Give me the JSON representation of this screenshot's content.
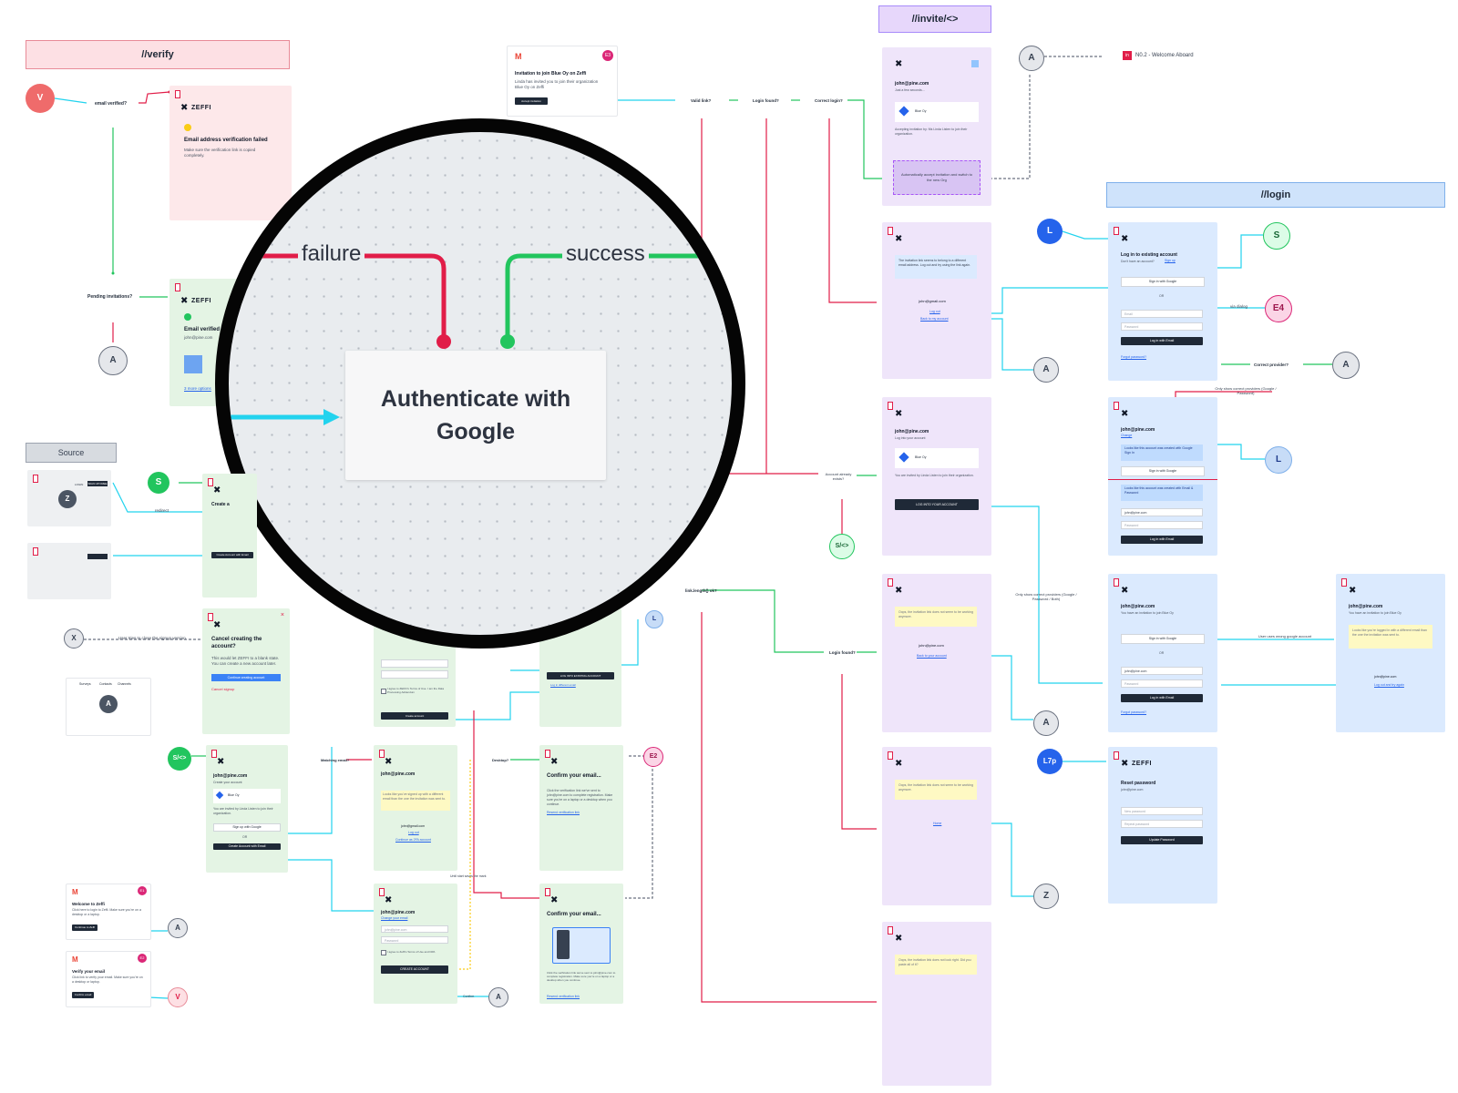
{
  "sections": {
    "verify": "//verify",
    "invite": "//invite/<>",
    "login": "//login",
    "source": "Source"
  },
  "nodes": {
    "v1": "V",
    "a_verify": "A",
    "s_source": "S",
    "x_source": "X",
    "a_gmail": "A",
    "v_gmail": "V",
    "slash_left": "S/<>",
    "z_source": "Z",
    "a_mini": "A",
    "l_mid": "L",
    "e2": "E2",
    "a_create": "A",
    "a_invite_top": "A",
    "a_inv2": "A",
    "a_inv3": "A",
    "s_inv": "S/<>",
    "a_inv4": "A",
    "z_inv": "Z",
    "l_login": "L",
    "s_login": "S",
    "e4": "E4",
    "a_login": "A",
    "l_login2": "L",
    "l7p": "L7p"
  },
  "labels": {
    "email_verified": "email verified?",
    "pending_invitations": "Pending invitations?",
    "valid_link": "Valid link?",
    "login_found": "Login found?",
    "correct_login": "Correct login?",
    "account_exists": "Account already exists?",
    "link_length": "link.length() ok?",
    "login_found_2": "Login found?",
    "matching_email": "Matching email?",
    "desktop": "Desktop?",
    "welcome_link": "N0.2 - Welcome Aboard",
    "via_dialog": "via dialog",
    "correct_provider": "Correct provider?",
    "only_show_correct": "Only show correct providers (Google / Password)",
    "only_show_correct_2": "Only show correct providers (Google / Password / Both)",
    "user_uses_wrong": "User uses wrong google account",
    "user_tries_close": "User tries to close the signup version",
    "redirect": "redirect",
    "confirm": "Confirm",
    "unit_start": "Until start saves the mark"
  },
  "gmail_invite": {
    "title": "Invitation to join Blue Oy on Zeffi",
    "body": "Linda has invited you to join their organization Blue Oy on Zeffi",
    "button": "Accept invitation",
    "badge": "E3"
  },
  "verify_failed": {
    "brand": "ZEFFI",
    "title": "Email address verification failed",
    "body": "Make sure the verification link is copied completely."
  },
  "verify_ok": {
    "brand": "ZEFFI",
    "title": "Email verified",
    "email": "john@pine.com",
    "more": "3 more options"
  },
  "invite_frame": {
    "email": "john@pine.com",
    "sub": "Just a few seconds...",
    "org": "Blue Oy",
    "body": "Accepting invitation by: Ms Linda Listen to join their organization.",
    "auto": "Automatically accept invitation and switch to the new Org"
  },
  "invite_wrong": {
    "note": "The invitation link seems to belong to a different email address. Log out and try using the link again.",
    "email": "john@gmail.com",
    "link1": "Log out",
    "link2": "Back to my account"
  },
  "invite_login": {
    "email": "john@pine.com",
    "sub": "Log into your account",
    "org": "Blue Oy",
    "body": "You are invited by Linda Listen to join their organization.",
    "button": "LOG INTO YOUR ACCOUNT"
  },
  "invite_oops": {
    "note": "Oops, the invitation link does not seem to be working anymore.",
    "email": "john@pine.com",
    "link": "Back to your account"
  },
  "invite_oops2": {
    "note": "Oops, the invitation link does not seem to be working anymore.",
    "link": "Home"
  },
  "invite_oops3": {
    "note": "Oops, the invitation link does not look right. Did you paste all of it?"
  },
  "login_existing": {
    "title": "Log in to existing account",
    "sub": "Don't have an account?",
    "signup": "Sign up",
    "google": "Sign in with Google",
    "or": "OR",
    "email_ph": "Email",
    "pass_ph": "Password",
    "button": "Log in with Email",
    "forgot": "Forgot password?"
  },
  "login_provider": {
    "email": "john@pine.com",
    "change": "Change",
    "note_google": "Looks like this account was created with Google Sign In",
    "google": "Sign in with Google",
    "note_email": "Looks like this account was created with Email & Password",
    "email_val": "john@pine.com",
    "pass_ph": "Password",
    "button": "Log in with Email"
  },
  "login_invite": {
    "email": "john@pine.com",
    "sub": "You have an invitation to join Blue Oy",
    "google": "Sign in with Google",
    "or": "OR",
    "email_val": "john@pine.com",
    "pass_ph": "Password",
    "button": "Log in with Email",
    "forgot": "Forgot password?"
  },
  "login_wrong_google": {
    "email": "john@pine.com",
    "sub": "You have an invitation to join Blue Oy",
    "note": "Looks like you're logged in with a different email than the one the invitation was sent to.",
    "email2": "john@pine.com",
    "link": "Log out and try again"
  },
  "reset": {
    "brand": "ZEFFI",
    "title": "Reset password",
    "sub": "john@pine.com",
    "new_ph": "New password",
    "repeat_ph": "Repeat password",
    "button": "Update Password"
  },
  "create_frame": {
    "title": "Create a",
    "button": "Create Account with Email"
  },
  "cancel_frame": {
    "title": "Cancel creating the account?",
    "body": "This would let ZEFFI to a blank state. You can create a new account later.",
    "button": "Continue creating account",
    "cancel": "Cancel signup"
  },
  "signup_invite": {
    "email": "john@pine.com",
    "sub": "Create your account",
    "org": "Blue Oy",
    "body": "You are invited by Linda Listen to join their organization.",
    "google": "Sign up with Google",
    "or": "OR",
    "button": "Create Account with Email"
  },
  "verify_wrong": {
    "email": "john@pine.com",
    "note": "Looks like you've signed up with a different email than the one the invitation was sent to.",
    "email2": "john@gmail.com",
    "link1": "Log out",
    "link2": "Continue as 2FA account"
  },
  "create_account": {
    "email": "john@pine.com",
    "link": "Change your email",
    "email_val": "john@pine.com",
    "pass_ph": "Password",
    "terms": "I agree to Zeffi's Terms of Use and DPA",
    "button": "CREATE ACCOUNT"
  },
  "confirm_email": {
    "title": "Confirm your email...",
    "body": "Click the verification link we've sent to john@pine.com to complete registration. Make sure you're on a laptop or a desktop when you continue.",
    "link": "Resend verification link"
  },
  "confirm_email2": {
    "title": "Confirm your email...",
    "body": "Click the verification link we've sent to john@pine.com to complete registration. Make sure you're on a laptop or a desktop when you continue.",
    "link": "Resend verification link"
  },
  "mid_login": {
    "button": "LOG INTO EXISTING ACCOUNT",
    "link": "Log in different email"
  },
  "mid_signup": {
    "terms": "I agree to ZEFFI's Terms of Use. I am the Data Processing Addendum",
    "button": "Create account"
  },
  "gmail_welcome": {
    "title": "Welcome to Zeffi",
    "body": "Click here to login to Zeffi. Make sure you're on a desktop or a laptop.",
    "button": "Continue to Zeffi",
    "badge": "E1"
  },
  "gmail_verify": {
    "title": "Verify your email",
    "body": "Click link to verify your email. Make sure you're on a desktop or laptop.",
    "button": "Confirm email",
    "badge": "E2"
  },
  "source_tabs": {
    "tab1": "LOGIN",
    "tab2": "SIGN UP FREE"
  },
  "mini_app": {
    "nav1": "Surveys",
    "nav2": "Contacts",
    "nav3": "Channels"
  },
  "magnifier": {
    "failure": "failure",
    "success": "success",
    "card": "Authenticate with Google"
  },
  "colors": {
    "failure": "#e11d48",
    "success": "#22c55e",
    "flow": "#22d3ee",
    "dashed": "#6b7280"
  }
}
